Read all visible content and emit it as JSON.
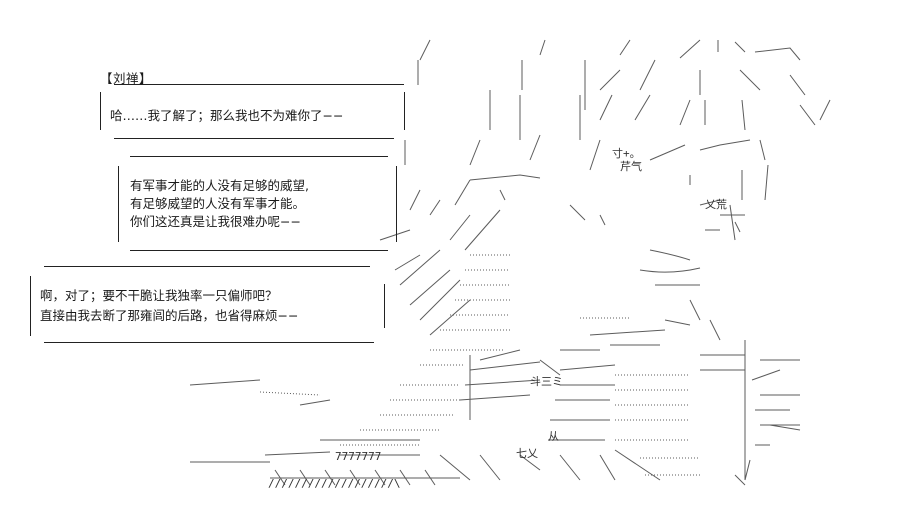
{
  "speaker": "【刘禅】",
  "bubble_1": {
    "lines": [
      "哈……我了解了；那么我也不为难你了−−"
    ]
  },
  "bubble_2": {
    "lines": [
      "有军事才能的人没有足够的威望,",
      "有足够威望的人没有军事才能。",
      "你们这还真是让我很难办呢−−"
    ]
  },
  "bubble_3": {
    "lines": [
      "啊，对了；要不干脆让我独率一只偏师吧？",
      "直接由我去断了那雍闾的后路，也省得麻烦−−"
    ]
  },
  "art_glyphs": {
    "eyebrow": "芹气",
    "mouth_mark": "寸+。",
    "lower_mark": "乂荒",
    "foot_1": "斗三ミ",
    "foot_2": "从",
    "foot_3": "七乂",
    "bottom_row": "7777777",
    "slashes": "///////////////////\\"
  }
}
